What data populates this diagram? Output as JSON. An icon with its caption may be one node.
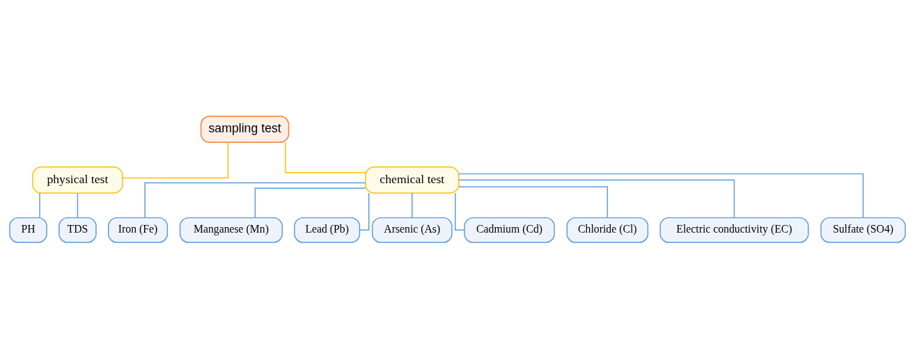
{
  "diagram": {
    "nodes": [
      {
        "text": [
          "sampling test"
        ]
      },
      {
        "text": [
          "physical test"
        ]
      },
      {
        "text": [
          "chemical test"
        ]
      },
      {
        "text": [
          "PH"
        ]
      },
      {
        "text": [
          "TDS"
        ]
      },
      {
        "text": [
          "Iron (Fe)"
        ]
      },
      {
        "text": [
          "Manganese (Mn)"
        ]
      },
      {
        "text": [
          "Lead (Pb)"
        ]
      },
      {
        "text": [
          "Arsenic (As)"
        ]
      },
      {
        "text": [
          "Cadmium (Cd)"
        ]
      },
      {
        "text": [
          "Chloride (Cl)"
        ]
      },
      {
        "text": [
          "Electric conductivity (EC)"
        ]
      },
      {
        "text": [
          "Sulfate (SO4)"
        ]
      }
    ],
    "edges": [
      {
        "from": 0,
        "to": 1,
        "arrow": "none",
        "color": "#ffc000"
      },
      {
        "from": 0,
        "to": 2,
        "arrow": "none",
        "color": "#ffc000"
      },
      {
        "from": 1,
        "to": 3,
        "arrow": "none"
      },
      {
        "from": 1,
        "to": 4,
        "arrow": "none"
      },
      {
        "from": 2,
        "to": 5,
        "arrow": "none"
      },
      {
        "from": 2,
        "to": 6,
        "arrow": "none"
      },
      {
        "from": 2,
        "to": 7,
        "arrow": "none"
      },
      {
        "from": 2,
        "to": 8,
        "arrow": "none"
      },
      {
        "from": 2,
        "to": 9,
        "arrow": "none"
      },
      {
        "from": 2,
        "to": 10,
        "arrow": "none"
      },
      {
        "from": 2,
        "to": 11,
        "arrow": "none"
      },
      {
        "from": 2,
        "to": 12,
        "arrow": "none"
      }
    ]
  }
}
